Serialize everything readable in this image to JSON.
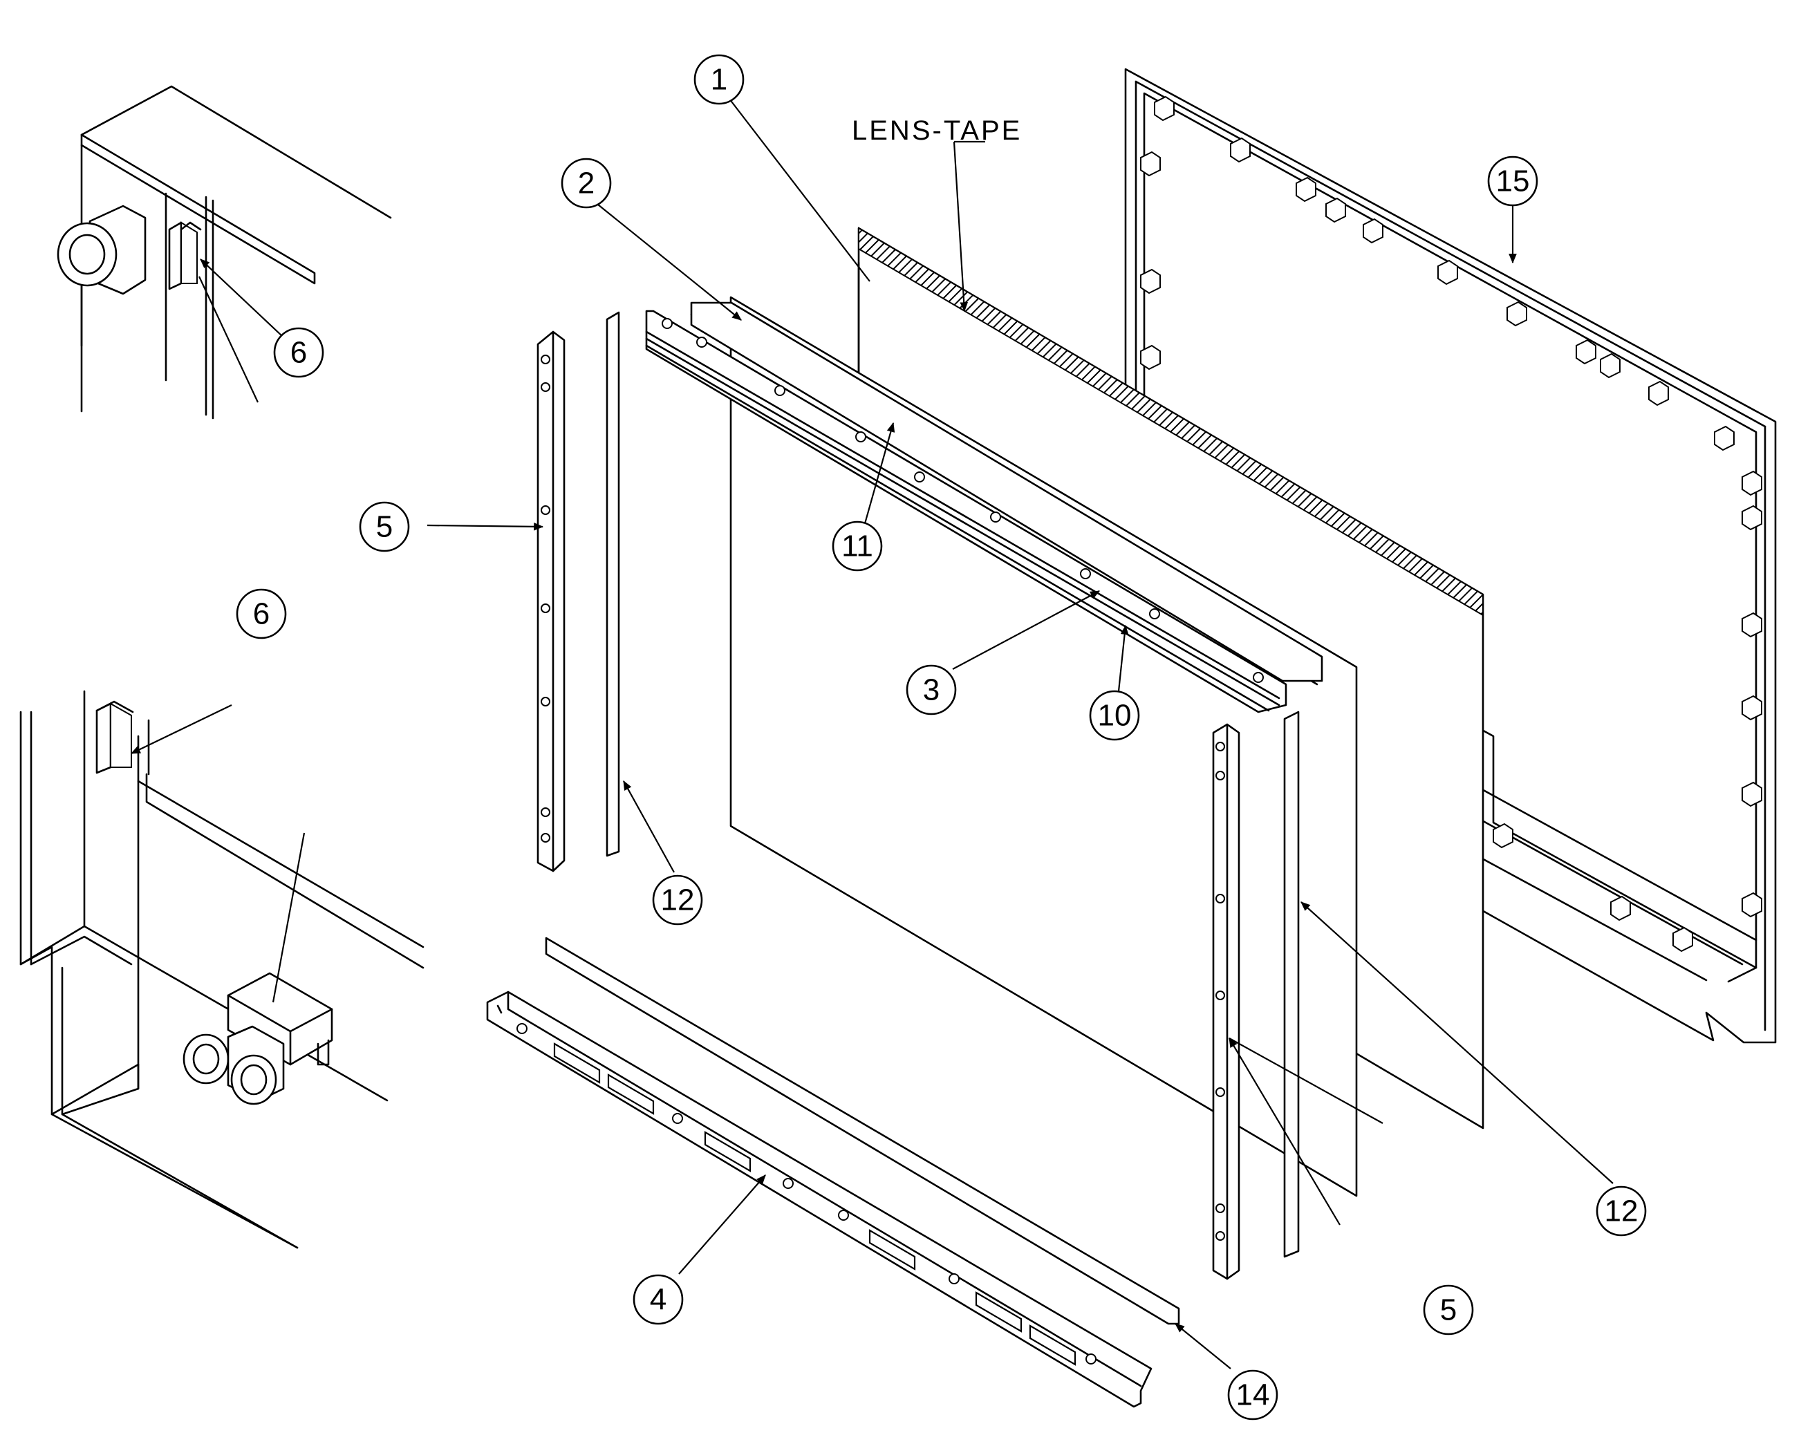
{
  "diagram": {
    "lens_tape_label": "LENS-TAPE",
    "callouts": [
      {
        "id": "c1",
        "label": "1"
      },
      {
        "id": "c2",
        "label": "2"
      },
      {
        "id": "c3",
        "label": "3"
      },
      {
        "id": "c4",
        "label": "4"
      },
      {
        "id": "c5a",
        "label": "5"
      },
      {
        "id": "c5b",
        "label": "5"
      },
      {
        "id": "c6a",
        "label": "6"
      },
      {
        "id": "c6b",
        "label": "6"
      },
      {
        "id": "c10",
        "label": "10"
      },
      {
        "id": "c11",
        "label": "11"
      },
      {
        "id": "c12a",
        "label": "12"
      },
      {
        "id": "c12b",
        "label": "12"
      },
      {
        "id": "c14",
        "label": "14"
      },
      {
        "id": "c15",
        "label": "15"
      }
    ]
  }
}
